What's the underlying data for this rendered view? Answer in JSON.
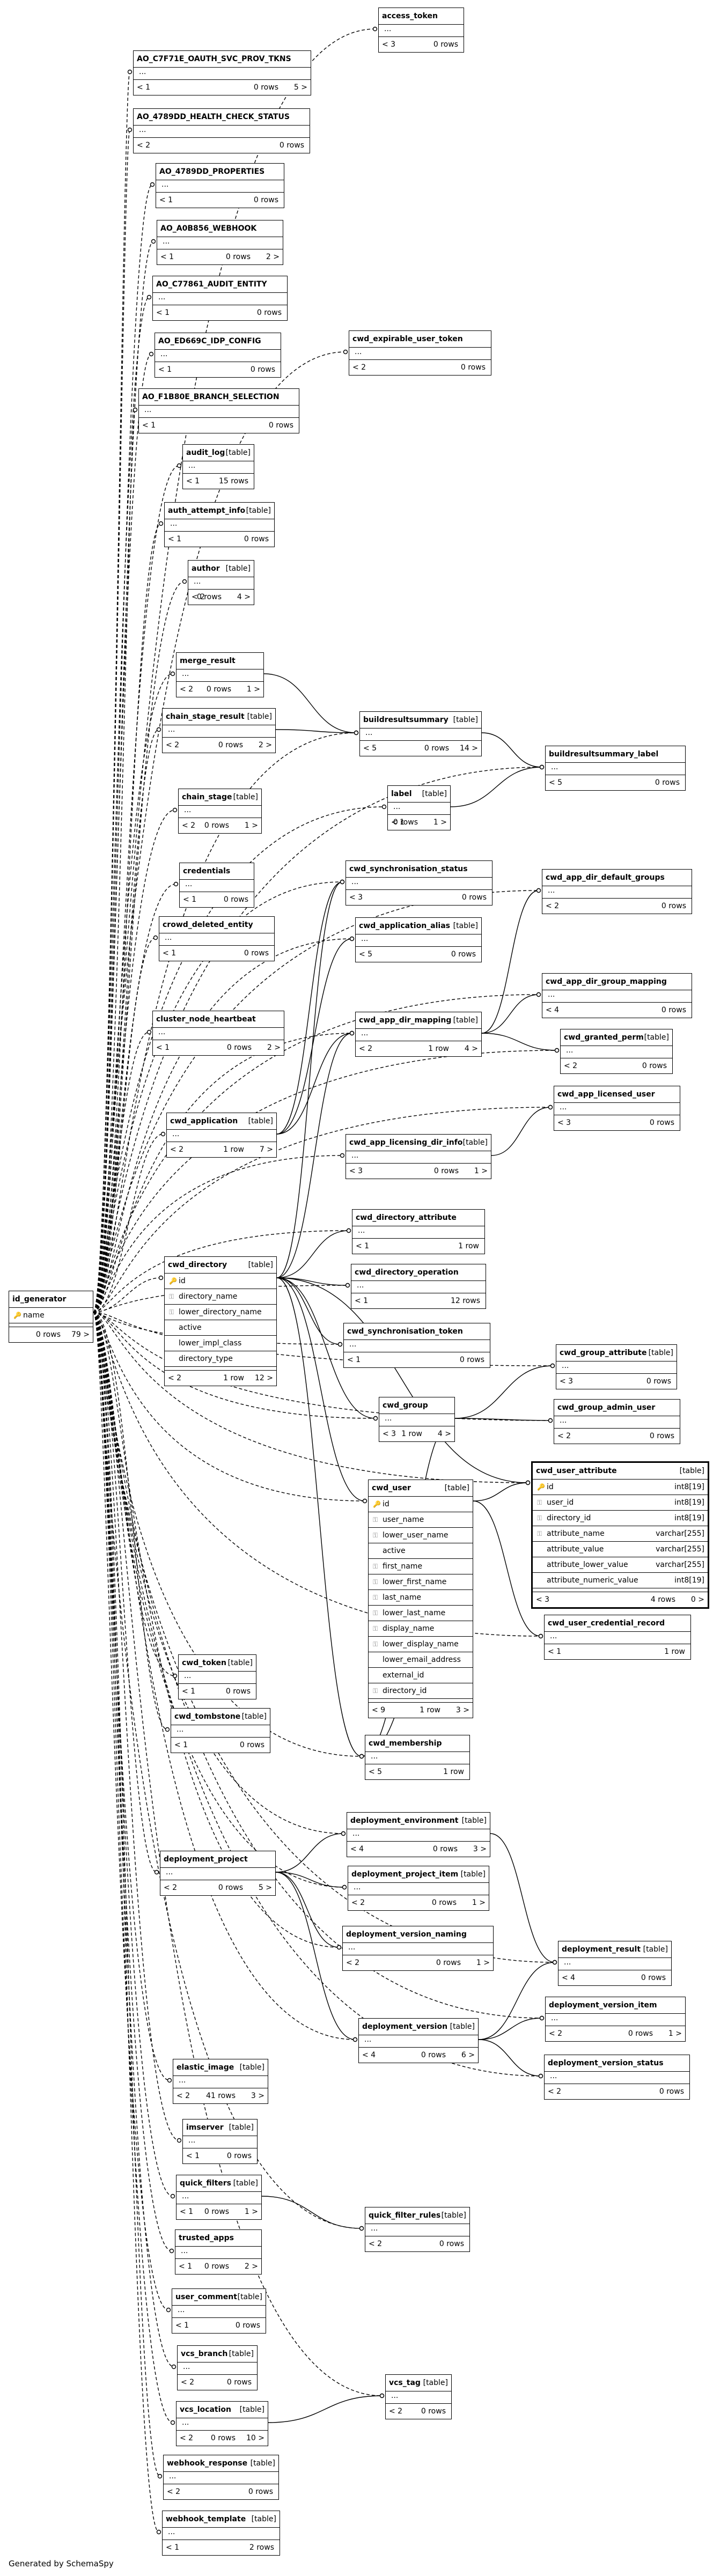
{
  "footer": "Generated by SchemaSpy",
  "tables": [
    {
      "id": "access_token",
      "name": "access_token",
      "kind": "[table]",
      "left": "< 3",
      "rows": "0 rows",
      "right": ""
    },
    {
      "id": "ao_c7f71e",
      "name": "AO_C7F71E_OAUTH_SVC_PROV_TKNS",
      "kind": "[table]",
      "left": "< 1",
      "rows": "0 rows",
      "right": "5 >"
    },
    {
      "id": "ao_4789dd_hc",
      "name": "AO_4789DD_HEALTH_CHECK_STATUS",
      "kind": "[table]",
      "left": "< 2",
      "rows": "0 rows",
      "right": ""
    },
    {
      "id": "ao_4789dd_props",
      "name": "AO_4789DD_PROPERTIES",
      "kind": "[table]",
      "left": "< 1",
      "rows": "0 rows",
      "right": ""
    },
    {
      "id": "ao_a0b856",
      "name": "AO_A0B856_WEBHOOK",
      "kind": "[table]",
      "left": "< 1",
      "rows": "0 rows",
      "right": "2 >"
    },
    {
      "id": "ao_c77861",
      "name": "AO_C77861_AUDIT_ENTITY",
      "kind": "[table]",
      "left": "< 1",
      "rows": "0 rows",
      "right": ""
    },
    {
      "id": "ao_ed669c",
      "name": "AO_ED669C_IDP_CONFIG",
      "kind": "[table]",
      "left": "< 1",
      "rows": "0 rows",
      "right": ""
    },
    {
      "id": "ao_f1b80e",
      "name": "AO_F1B80E_BRANCH_SELECTION",
      "kind": "[table]",
      "left": "< 1",
      "rows": "0 rows",
      "right": ""
    },
    {
      "id": "cwd_expirable",
      "name": "cwd_expirable_user_token",
      "kind": "[table]",
      "left": "< 2",
      "rows": "0 rows",
      "right": ""
    },
    {
      "id": "audit_log",
      "name": "audit_log",
      "kind": "[table]",
      "left": "< 1",
      "rows": "15 rows",
      "right": ""
    },
    {
      "id": "auth_attempt",
      "name": "auth_attempt_info",
      "kind": "[table]",
      "left": "< 1",
      "rows": "0 rows",
      "right": ""
    },
    {
      "id": "author",
      "name": "author",
      "kind": "[table]",
      "left": "< 2",
      "rows": "0 rows",
      "right": "4 >"
    },
    {
      "id": "merge_result",
      "name": "merge_result",
      "kind": "[table]",
      "left": "< 2",
      "rows": "0 rows",
      "right": "1 >"
    },
    {
      "id": "chain_stage_result",
      "name": "chain_stage_result",
      "kind": "[table]",
      "left": "< 2",
      "rows": "0 rows",
      "right": "2 >"
    },
    {
      "id": "buildresultsummary",
      "name": "buildresultsummary",
      "kind": "[table]",
      "left": "< 5",
      "rows": "0 rows",
      "right": "14 >"
    },
    {
      "id": "brs_label",
      "name": "buildresultsummary_label",
      "kind": "[table]",
      "left": "< 5",
      "rows": "0 rows",
      "right": ""
    },
    {
      "id": "chain_stage",
      "name": "chain_stage",
      "kind": "[table]",
      "left": "< 2",
      "rows": "0 rows",
      "right": "1 >"
    },
    {
      "id": "label",
      "name": "label",
      "kind": "[table]",
      "left": "< 1",
      "rows": "0 rows",
      "right": "1 >"
    },
    {
      "id": "credentials",
      "name": "credentials",
      "kind": "[table]",
      "left": "< 1",
      "rows": "0 rows",
      "right": ""
    },
    {
      "id": "cwd_sync_status",
      "name": "cwd_synchronisation_status",
      "kind": "[table]",
      "left": "< 3",
      "rows": "0 rows",
      "right": ""
    },
    {
      "id": "cwd_app_dir_default_groups",
      "name": "cwd_app_dir_default_groups",
      "kind": "[table]",
      "left": "< 2",
      "rows": "0 rows",
      "right": ""
    },
    {
      "id": "crowd_deleted",
      "name": "crowd_deleted_entity",
      "kind": "[table]",
      "left": "< 1",
      "rows": "0 rows",
      "right": ""
    },
    {
      "id": "cwd_app_alias",
      "name": "cwd_application_alias",
      "kind": "[table]",
      "left": "< 5",
      "rows": "0 rows",
      "right": ""
    },
    {
      "id": "cwd_app_dir_group_mapping",
      "name": "cwd_app_dir_group_mapping",
      "kind": "[table]",
      "left": "< 4",
      "rows": "0 rows",
      "right": ""
    },
    {
      "id": "cluster_hb",
      "name": "cluster_node_heartbeat",
      "kind": "[table]",
      "left": "< 1",
      "rows": "0 rows",
      "right": "2 >"
    },
    {
      "id": "cwd_app_dir_mapping",
      "name": "cwd_app_dir_mapping",
      "kind": "[table]",
      "left": "< 2",
      "rows": "1 row",
      "right": "4 >"
    },
    {
      "id": "cwd_granted_perm",
      "name": "cwd_granted_perm",
      "kind": "[table]",
      "left": "< 2",
      "rows": "0 rows",
      "right": ""
    },
    {
      "id": "cwd_app_licensed_user",
      "name": "cwd_app_licensed_user",
      "kind": "[table]",
      "left": "< 3",
      "rows": "0 rows",
      "right": ""
    },
    {
      "id": "cwd_application",
      "name": "cwd_application",
      "kind": "[table]",
      "left": "< 2",
      "rows": "1 row",
      "right": "7 >"
    },
    {
      "id": "cwd_app_lic_dir_info",
      "name": "cwd_app_licensing_dir_info",
      "kind": "[table]",
      "left": "< 3",
      "rows": "0 rows",
      "right": "1 >"
    },
    {
      "id": "cwd_dir_attr",
      "name": "cwd_directory_attribute",
      "kind": "[table]",
      "left": "< 1",
      "rows": "1 row",
      "right": ""
    },
    {
      "id": "cwd_dir_op",
      "name": "cwd_directory_operation",
      "kind": "[table]",
      "left": "< 1",
      "rows": "12 rows",
      "right": ""
    },
    {
      "id": "cwd_sync_token",
      "name": "cwd_synchronisation_token",
      "kind": "[table]",
      "left": "< 1",
      "rows": "0 rows",
      "right": ""
    },
    {
      "id": "cwd_group_attr",
      "name": "cwd_group_attribute",
      "kind": "[table]",
      "left": "< 3",
      "rows": "0 rows",
      "right": ""
    },
    {
      "id": "cwd_group",
      "name": "cwd_group",
      "kind": "[table]",
      "left": "< 3",
      "rows": "1 row",
      "right": "4 >"
    },
    {
      "id": "cwd_group_admin_user",
      "name": "cwd_group_admin_user",
      "kind": "[table]",
      "left": "< 2",
      "rows": "0 rows",
      "right": ""
    },
    {
      "id": "cwd_user_cred_record",
      "name": "cwd_user_credential_record",
      "kind": "[table]",
      "left": "< 1",
      "rows": "1 row",
      "right": ""
    },
    {
      "id": "cwd_token",
      "name": "cwd_token",
      "kind": "[table]",
      "left": "< 1",
      "rows": "0 rows",
      "right": ""
    },
    {
      "id": "cwd_tombstone",
      "name": "cwd_tombstone",
      "kind": "[table]",
      "left": "< 1",
      "rows": "0 rows",
      "right": ""
    },
    {
      "id": "cwd_membership",
      "name": "cwd_membership",
      "kind": "[table]",
      "left": "< 5",
      "rows": "1 row",
      "right": ""
    },
    {
      "id": "deployment_env",
      "name": "deployment_environment",
      "kind": "[table]",
      "left": "< 4",
      "rows": "0 rows",
      "right": "3 >"
    },
    {
      "id": "deployment_project",
      "name": "deployment_project",
      "kind": "[table]",
      "left": "< 2",
      "rows": "0 rows",
      "right": "5 >"
    },
    {
      "id": "deployment_project_item",
      "name": "deployment_project_item",
      "kind": "[table]",
      "left": "< 2",
      "rows": "0 rows",
      "right": "1 >"
    },
    {
      "id": "deployment_version_naming",
      "name": "deployment_version_naming",
      "kind": "[table]",
      "left": "< 2",
      "rows": "0 rows",
      "right": "1 >"
    },
    {
      "id": "deployment_result",
      "name": "deployment_result",
      "kind": "[table]",
      "left": "< 4",
      "rows": "0 rows",
      "right": ""
    },
    {
      "id": "deployment_version_item",
      "name": "deployment_version_item",
      "kind": "[table]",
      "left": "< 2",
      "rows": "0 rows",
      "right": "1 >"
    },
    {
      "id": "deployment_version",
      "name": "deployment_version",
      "kind": "[table]",
      "left": "< 4",
      "rows": "0 rows",
      "right": "6 >"
    },
    {
      "id": "deployment_version_status",
      "name": "deployment_version_status",
      "kind": "[table]",
      "left": "< 2",
      "rows": "0 rows",
      "right": ""
    },
    {
      "id": "elastic_image",
      "name": "elastic_image",
      "kind": "[table]",
      "left": "< 2",
      "rows": "41 rows",
      "right": "3 >"
    },
    {
      "id": "imserver",
      "name": "imserver",
      "kind": "[table]",
      "left": "< 1",
      "rows": "0 rows",
      "right": ""
    },
    {
      "id": "quick_filters",
      "name": "quick_filters",
      "kind": "[table]",
      "left": "< 1",
      "rows": "0 rows",
      "right": "1 >"
    },
    {
      "id": "quick_filter_rules",
      "name": "quick_filter_rules",
      "kind": "[table]",
      "left": "< 2",
      "rows": "0 rows",
      "right": ""
    },
    {
      "id": "trusted_apps",
      "name": "trusted_apps",
      "kind": "[table]",
      "left": "< 1",
      "rows": "0 rows",
      "right": "2 >"
    },
    {
      "id": "user_comment",
      "name": "user_comment",
      "kind": "[table]",
      "left": "< 1",
      "rows": "0 rows",
      "right": ""
    },
    {
      "id": "vcs_branch",
      "name": "vcs_branch",
      "kind": "[table]",
      "left": "< 2",
      "rows": "0 rows",
      "right": ""
    },
    {
      "id": "vcs_tag",
      "name": "vcs_tag",
      "kind": "[table]",
      "left": "< 2",
      "rows": "0 rows",
      "right": ""
    },
    {
      "id": "vcs_location",
      "name": "vcs_location",
      "kind": "[table]",
      "left": "< 2",
      "rows": "0 rows",
      "right": "10 >"
    },
    {
      "id": "webhook_response",
      "name": "webhook_response",
      "kind": "[table]",
      "left": "< 2",
      "rows": "0 rows",
      "right": ""
    },
    {
      "id": "webhook_template",
      "name": "webhook_template",
      "kind": "[table]",
      "left": "< 1",
      "rows": "2 rows",
      "right": ""
    }
  ],
  "detailed": [
    {
      "id": "id_generator",
      "name": "id_generator",
      "kind": "[table]",
      "cols": [
        {
          "name": "name",
          "key": "pk"
        }
      ],
      "left": "",
      "rows": "0 rows",
      "right": "79 >"
    },
    {
      "id": "cwd_directory",
      "name": "cwd_directory",
      "kind": "[table]",
      "cols": [
        {
          "name": "id",
          "key": "pk"
        },
        {
          "name": "directory_name",
          "key": "fk"
        },
        {
          "name": "lower_directory_name",
          "key": "fk"
        },
        {
          "name": "active",
          "key": ""
        },
        {
          "name": "lower_impl_class",
          "key": ""
        },
        {
          "name": "directory_type",
          "key": ""
        }
      ],
      "left": "< 2",
      "rows": "1 row",
      "right": "12 >"
    },
    {
      "id": "cwd_user",
      "name": "cwd_user",
      "kind": "[table]",
      "cols": [
        {
          "name": "id",
          "key": "pk"
        },
        {
          "name": "user_name",
          "key": "fk"
        },
        {
          "name": "lower_user_name",
          "key": "fk"
        },
        {
          "name": "active",
          "key": ""
        },
        {
          "name": "first_name",
          "key": "fk"
        },
        {
          "name": "lower_first_name",
          "key": "fk"
        },
        {
          "name": "last_name",
          "key": "fk"
        },
        {
          "name": "lower_last_name",
          "key": "fk"
        },
        {
          "name": "display_name",
          "key": "fk"
        },
        {
          "name": "lower_display_name",
          "key": "fk"
        },
        {
          "name": "lower_email_address",
          "key": ""
        },
        {
          "name": "external_id",
          "key": ""
        },
        {
          "name": "directory_id",
          "key": "fk"
        }
      ],
      "left": "< 9",
      "rows": "1 row",
      "right": "3 >"
    },
    {
      "id": "cwd_user_attribute",
      "name": "cwd_user_attribute",
      "kind": "[table]",
      "cols": [
        {
          "name": "id",
          "key": "pk",
          "type": "int8[19]"
        },
        {
          "name": "user_id",
          "key": "fk",
          "type": "int8[19]"
        },
        {
          "name": "directory_id",
          "key": "fk",
          "type": "int8[19]"
        },
        {
          "name": "attribute_name",
          "key": "fk",
          "type": "varchar[255]"
        },
        {
          "name": "attribute_value",
          "key": "",
          "type": "varchar[255]"
        },
        {
          "name": "attribute_lower_value",
          "key": "",
          "type": "varchar[255]"
        },
        {
          "name": "attribute_numeric_value",
          "key": "",
          "type": "int8[19]"
        }
      ],
      "left": "< 3",
      "rows": "4 rows",
      "right": "0 >"
    }
  ]
}
